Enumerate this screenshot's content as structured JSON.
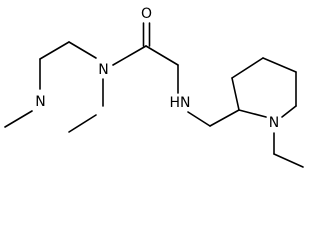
{
  "structure": {
    "atoms": {
      "carbonyl_oxygen": "O",
      "piperazine_amide_nitrogen": "N",
      "piperazine_methyl_nitrogen": "N",
      "secondary_amine": "HN",
      "pyrrolidine_nitrogen": "N"
    }
  }
}
